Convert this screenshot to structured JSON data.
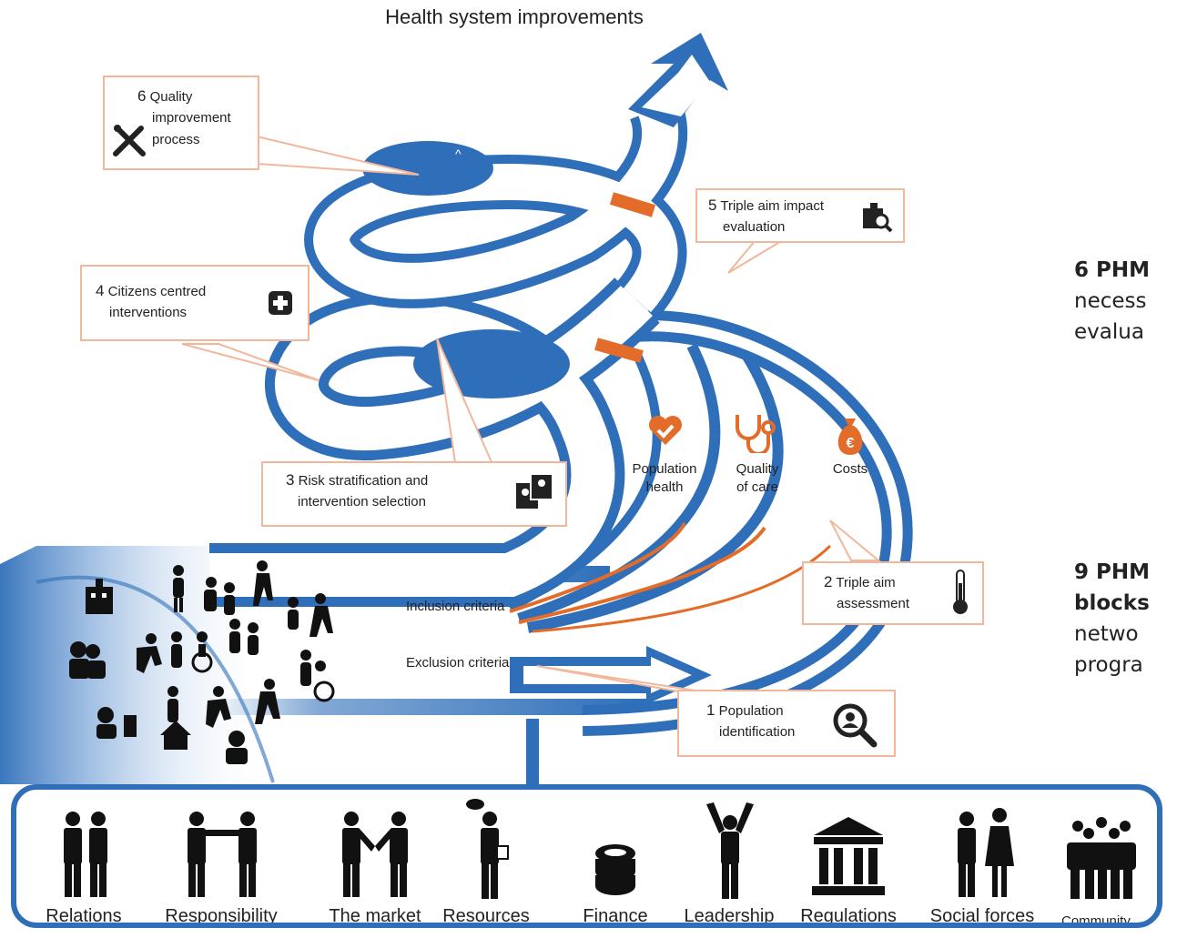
{
  "title": "Health system improvements",
  "steps": [
    {
      "num": "6",
      "label_lines": [
        "Quality",
        "improvement",
        "process"
      ],
      "icon": "tools-icon"
    },
    {
      "num": "5",
      "label_lines": [
        "Triple aim impact",
        "evaluation"
      ],
      "icon": "magnifier-plus-icon"
    },
    {
      "num": "4",
      "label_lines": [
        "Citizens centred",
        "interventions"
      ],
      "icon": "medical-cross-icon"
    },
    {
      "num": "3",
      "label_lines": [
        "Risk stratification and",
        "intervention selection"
      ],
      "icon": "stratification-cards-icon"
    },
    {
      "num": "2",
      "label_lines": [
        "Triple aim",
        "assessment"
      ],
      "icon": "thermometer-icon"
    },
    {
      "num": "1",
      "label_lines": [
        "Population",
        "identification"
      ],
      "icon": "person-search-icon"
    }
  ],
  "aims": [
    {
      "lines": [
        "Population",
        "health"
      ],
      "icon": "heart-icon"
    },
    {
      "lines": [
        "Quality",
        "of care"
      ],
      "icon": "stethoscope-icon"
    },
    {
      "lines": [
        "Costs"
      ],
      "icon": "euro-bag-icon"
    }
  ],
  "criteria": {
    "inclusion": "Inclusion criteria",
    "exclusion": "Exclusion criteria"
  },
  "side_text": {
    "block1_bold": "6 PHM",
    "block1_lines": [
      "necess",
      "evalua"
    ],
    "block2_bold_lines": [
      "9 PHM",
      "blocks"
    ],
    "block2_lines": [
      "netwo",
      "progra"
    ]
  },
  "building_blocks": [
    "Relations",
    "Responsibility",
    "The market",
    "Resources",
    "Finance",
    "Leadership",
    "Regulations",
    "Social forces",
    "Community"
  ],
  "colors": {
    "blue": "#2f6fb9",
    "orange": "#e46c2a",
    "callout_border": "#f2b79a",
    "icon": "#222222"
  }
}
